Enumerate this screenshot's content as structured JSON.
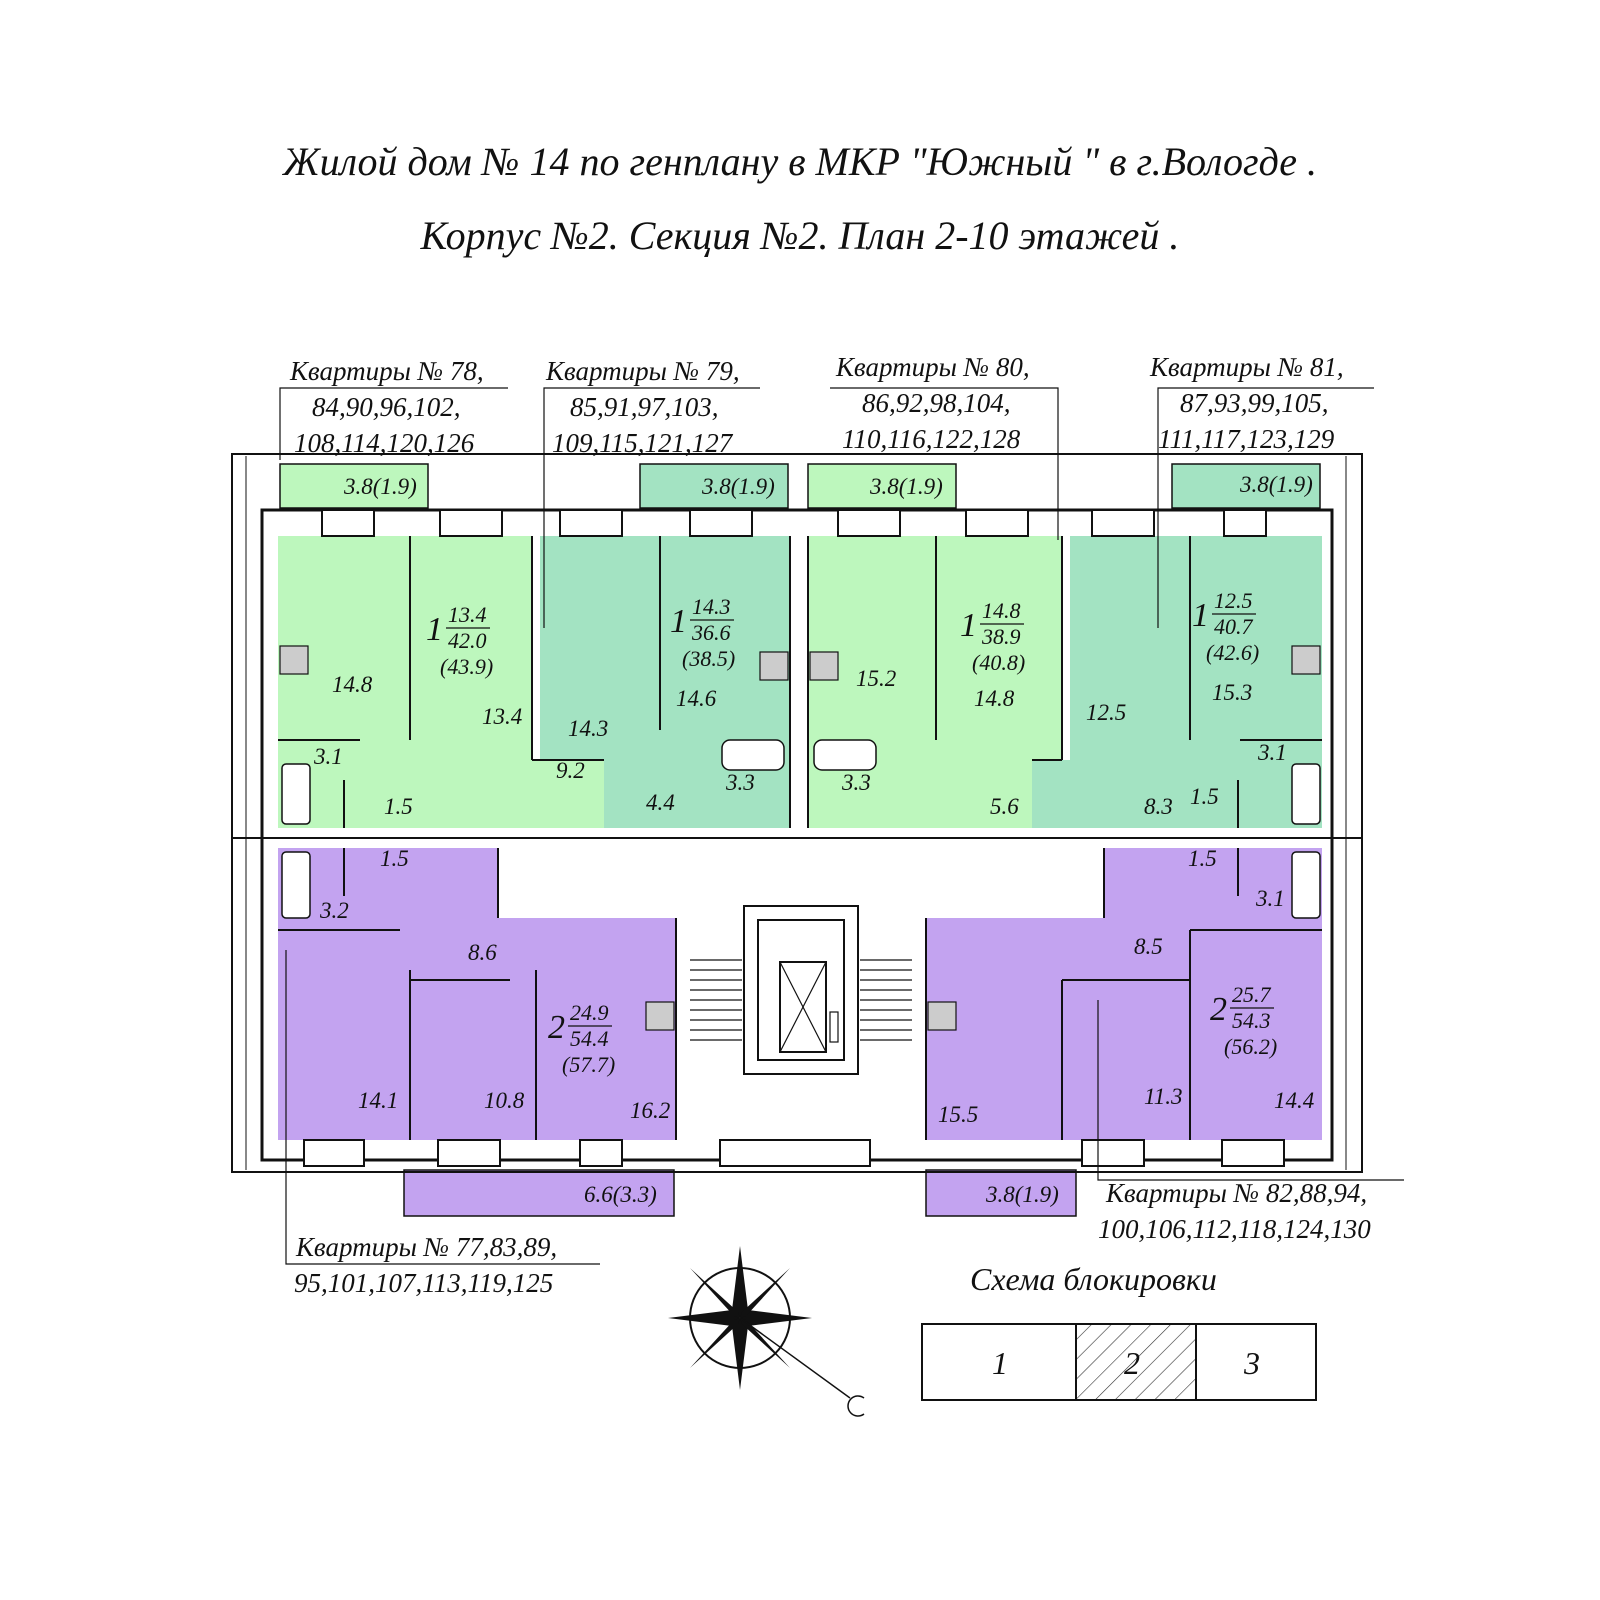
{
  "header": {
    "title_line1": "Жилой дом  № 14   по генплану в МКР  \"Южный \" в г.Вологде .",
    "title_line2": "Корпус  №2.  Секция  №2.  План  2-10  этажей ."
  },
  "colors": {
    "green_light": "#bdf7bd",
    "green_mint": "#a3e3c2",
    "purple": "#c3a3f0",
    "wall": "#111111"
  },
  "apartment_labels": {
    "apt78": [
      "Квартиры  № 78,",
      "84,90,96,102,",
      "108,114,120,126"
    ],
    "apt79": [
      "Квартиры  № 79,",
      "85,91,97,103,",
      "109,115,121,127"
    ],
    "apt80": [
      "Квартиры  № 80,",
      "86,92,98,104,",
      "110,116,122,128"
    ],
    "apt81": [
      "Квартиры  № 81,",
      "87,93,99,105,",
      "111,117,123,129"
    ],
    "apt82": [
      "Квартиры  № 82,88,94,",
      "100,106,112,118,124,130"
    ],
    "apt77": [
      "Квартиры  № 77,83,89,",
      "95,101,107,113,119,125"
    ]
  },
  "units": {
    "u78": {
      "rooms": "1",
      "living": "13.4",
      "total": "42.0",
      "total_bal": "(43.9)"
    },
    "u79": {
      "rooms": "1",
      "living": "14.3",
      "total": "36.6",
      "total_bal": "(38.5)"
    },
    "u80": {
      "rooms": "1",
      "living": "14.8",
      "total": "38.9",
      "total_bal": "(40.8)"
    },
    "u81": {
      "rooms": "1",
      "living": "12.5",
      "total": "40.7",
      "total_bal": "(42.6)"
    },
    "u77": {
      "rooms": "2",
      "living": "24.9",
      "total": "54.4",
      "total_bal": "(57.7)"
    },
    "u82": {
      "rooms": "2",
      "living": "25.7",
      "total": "54.3",
      "total_bal": "(56.2)"
    }
  },
  "room_areas": {
    "a78_kitchen": "14.8",
    "a78_room": "13.4",
    "a78_bath": "3.1",
    "a78_wc": "1.5",
    "a78_hall": "9.2",
    "a79_room": "14.3",
    "a79_kitchen": "14.6",
    "a79_hall": "4.4",
    "a79_bath": "3.3",
    "a80_bath": "3.3",
    "a80_kitchen": "15.2",
    "a80_room": "14.8",
    "a80_hall": "5.6",
    "a81_room": "12.5",
    "a81_kitchen": "15.3",
    "a81_bath": "3.1",
    "a81_wc": "1.5",
    "a81_hall": "8.3",
    "a77_wc": "1.5",
    "a77_bath": "3.2",
    "a77_hall": "8.6",
    "a77_room1": "14.1",
    "a77_room2": "10.8",
    "a77_kitchen": "16.2",
    "a82_wc": "1.5",
    "a82_bath": "3.1",
    "a82_hall": "8.5",
    "a82_kitchen": "15.5",
    "a82_room1": "11.3",
    "a82_room2": "14.4"
  },
  "balconies": {
    "b78": "3.8(1.9)",
    "b79": "3.8(1.9)",
    "b80": "3.8(1.9)",
    "b81": "3.8(1.9)",
    "b77": "6.6(3.3)",
    "b82": "3.8(1.9)"
  },
  "block_scheme": {
    "title": "Схема блокировки",
    "cells": [
      "1",
      "2",
      "3"
    ],
    "highlighted": "2"
  }
}
